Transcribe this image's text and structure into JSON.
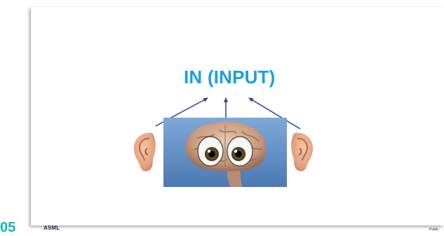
{
  "slide": {
    "title": "IN (INPUT)",
    "title_color": "#1aa0e0",
    "arrow_color": "#2a3f99",
    "icons": [
      "ear-left-icon",
      "brain-with-eyes-icon",
      "ear-right-icon"
    ]
  },
  "footer": {
    "page_number": "05",
    "page_number_color": "#16b5b5",
    "logo": "ASML",
    "classification": "Public"
  }
}
